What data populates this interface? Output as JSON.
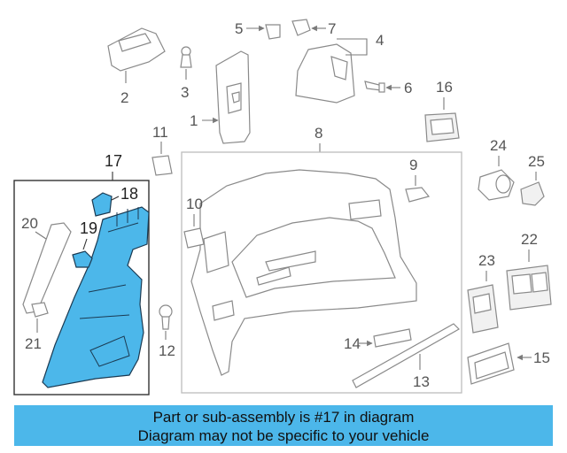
{
  "callouts": [
    "1",
    "2",
    "3",
    "4",
    "5",
    "6",
    "7",
    "8",
    "9",
    "10",
    "11",
    "12",
    "13",
    "14",
    "15",
    "16",
    "17",
    "18",
    "19",
    "20",
    "21",
    "22",
    "23",
    "24",
    "25"
  ],
  "highlight_color": "#4cb7ea",
  "banner": {
    "line1": "Part or sub-assembly is #17 in diagram",
    "line2": "Diagram may not be specific to your vehicle"
  }
}
